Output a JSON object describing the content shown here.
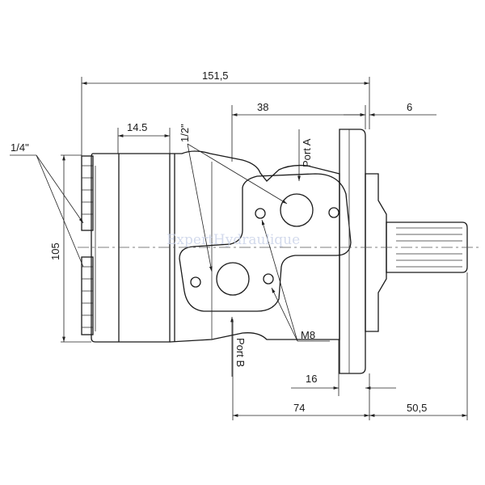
{
  "dimensions": {
    "overall_length": "151,5",
    "port_to_flange": "38",
    "flange_thickness": "6",
    "ring_width": "14.5",
    "port_b_to_flange": "16",
    "port_b_to_end": "74",
    "shaft_length": "50,5",
    "body_height": "105"
  },
  "labels": {
    "port_a": "Port A",
    "port_b": "Port B",
    "thread_small": "1/4\"",
    "thread_large": "1/2\"",
    "bolt_thread": "M8"
  },
  "watermark": "ExpertHydraulique"
}
